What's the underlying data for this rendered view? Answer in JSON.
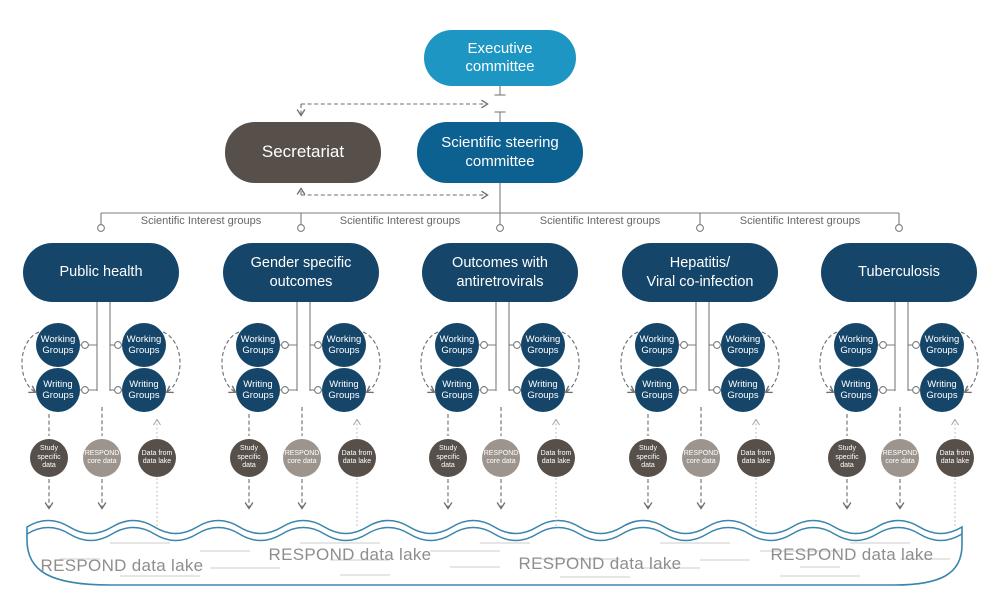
{
  "palette": {
    "executive_blue": "#1d96c4",
    "steering_blue": "#0d6190",
    "group_navy": "#154569",
    "secretariat_taupe": "#57504a",
    "core_data_gray": "#9c948d",
    "data_taupe": "#57504a",
    "lake_stroke_blue": "#3b85ad",
    "connector_gray": "#6d6d6d",
    "lake_text_gray": "#8e8e8e"
  },
  "top": {
    "executive_label": "Executive\ncommittee",
    "secretariat_label": "Secretariat",
    "steering_label": "Scientific steering\ncommittee"
  },
  "interest_labels": [
    "Scientific Interest groups",
    "Scientific Interest groups",
    "Scientific Interest groups",
    "Scientific Interest groups"
  ],
  "shared": {
    "working_label": "Working\nGroups",
    "writing_label": "Writing\nGroups",
    "study_data_label": "Study\nspecific\ndata",
    "core_data_label": "RESPOND\ncore data",
    "lake_data_label": "Data from\ndata lake"
  },
  "groups": [
    {
      "title": "Public health"
    },
    {
      "title": "Gender specific\noutcomes"
    },
    {
      "title": "Outcomes with\nantiretrovirals"
    },
    {
      "title": "Hepatitis/\nViral co-infection"
    },
    {
      "title": "Tuberculosis"
    }
  ],
  "lake": {
    "labels": [
      "RESPOND data lake",
      "RESPOND data lake",
      "RESPOND data lake",
      "RESPOND data lake"
    ]
  }
}
